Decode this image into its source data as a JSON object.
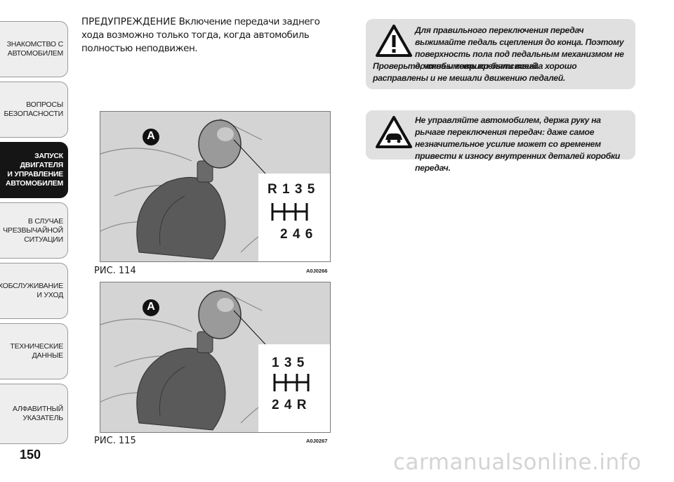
{
  "sidebar": {
    "items": [
      {
        "label": "ЗНАКОМСТВО С\nАВТОМОБИЛЕМ",
        "active": false
      },
      {
        "label": "ВОПРОСЫ\nБЕЗОПАСНОСТИ",
        "active": false
      },
      {
        "label": "ЗАПУСК ДВИГАТЕЛЯ\nИ УПРАВЛЕНИЕ\nАВТОМОБИЛЕМ",
        "active": true
      },
      {
        "label": "В СЛУЧАЕ\nЧРЕЗВЫЧАЙНОЙ\nСИТУАЦИИ",
        "active": false
      },
      {
        "label": "ТЕХОБСЛУЖИВАНИЕ\nИ УХОД",
        "active": false
      },
      {
        "label": "ТЕХНИЧЕСКИЕ\nДАННЫЕ",
        "active": false
      },
      {
        "label": "АЛФАВИТНЫЙ\nУКАЗАТЕЛЬ",
        "active": false
      }
    ]
  },
  "page_number": "150",
  "intro": {
    "lead": "ПРЕДУПРЕЖДЕНИЕ",
    "text": " Включение передачи заднего хода возможно только тогда, когда автомобиль полностью неподвижен."
  },
  "figures": [
    {
      "marker": "A",
      "caption": "РИС. 114",
      "code": "A0J0266",
      "gear_top": "R 1 3 5",
      "gear_bottom": "2 4 6"
    },
    {
      "marker": "A",
      "caption": "РИС. 115",
      "code": "A0J0267",
      "gear_top": "1 3 5",
      "gear_bottom": "2 4 R"
    }
  ],
  "warnings": [
    {
      "icon": "warning-triangle-icon",
      "text_main": "Для правильного переключения передач выжимайте педаль сцепления до конца. Поэтому поверхность пола под педальным механизмом не должна иметь препятствий.",
      "text_cont": "Проверьте, чтобы коврики были всегда хорошо расправлены и не мешали движению педалей."
    },
    {
      "icon": "car-skid-warning-icon",
      "text_main": "Не управляйте автомобилем, держа руку на рычаге переключения передач: даже самое незначительное усилие может со временем привести к износу внутренних деталей коробки передач."
    }
  ],
  "watermark": "carmanualsonline.info",
  "colors": {
    "active_tab": "#151515",
    "tab_bg": "#eeeeee",
    "warning_bg": "#e0e0e0"
  }
}
